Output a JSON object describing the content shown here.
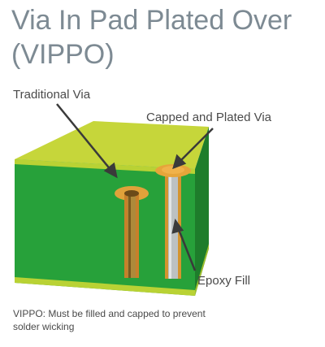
{
  "title": "Via In Pad Plated Over (VIPPO)",
  "labels": {
    "traditional_via": "Traditional Via",
    "capped_via": "Capped and Plated Via",
    "epoxy_fill": "Epoxy Fill"
  },
  "caption": "VIPPO: Must be filled and capped to prevent solder wicking",
  "colors": {
    "board_top": "#c6d63a",
    "board_front": "#27a13a",
    "board_side": "#1e7d2b",
    "copper": "#e0a23a",
    "epoxy": "#bcc1c2"
  }
}
